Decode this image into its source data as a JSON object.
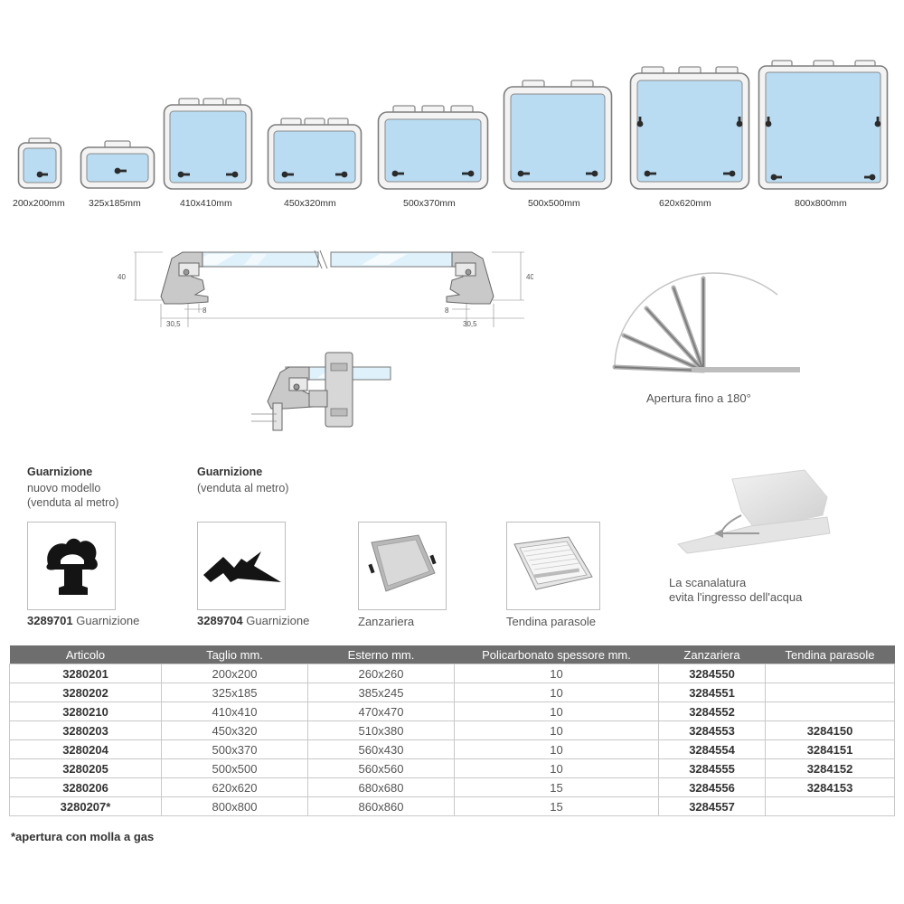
{
  "hatches": [
    {
      "size_label": "200x200mm"
    },
    {
      "size_label": "325x185mm"
    },
    {
      "size_label": "410x410mm"
    },
    {
      "size_label": "450x320mm"
    },
    {
      "size_label": "500x370mm"
    },
    {
      "size_label": "500x500mm"
    },
    {
      "size_label": "620x620mm"
    },
    {
      "size_label": "800x800mm"
    }
  ],
  "section": {
    "dim_height_left": "40",
    "dim_height_right": "40",
    "dim_gap_left": "8",
    "dim_gap_right": "8",
    "dim_width_left": "30,5",
    "dim_width_right": "30,5"
  },
  "opening": {
    "caption": "Apertura fino a 180°"
  },
  "groove": {
    "caption_line1": "La scanalatura",
    "caption_line2": "evita l'ingresso dell'acqua"
  },
  "gasket_new": {
    "title": "Guarnizione",
    "line1": "nuovo modello",
    "line2": "(venduta al metro)",
    "code": "3289701",
    "caption": "Guarnizione"
  },
  "gasket_old": {
    "title": "Guarnizione",
    "line1": "(venduta al metro)",
    "code": "3289704",
    "caption": "Guarnizione"
  },
  "mosquito": {
    "caption": "Zanzariera"
  },
  "sunshade": {
    "caption": "Tendina parasole"
  },
  "table": {
    "headers": [
      "Articolo",
      "Taglio mm.",
      "Esterno mm.",
      "Policarbonato spessore mm.",
      "Zanzariera",
      "Tendina parasole"
    ],
    "rows": [
      [
        "3280201",
        "200x200",
        "260x260",
        "10",
        "3284550",
        ""
      ],
      [
        "3280202",
        "325x185",
        "385x245",
        "10",
        "3284551",
        ""
      ],
      [
        "3280210",
        "410x410",
        "470x470",
        "10",
        "3284552",
        ""
      ],
      [
        "3280203",
        "450x320",
        "510x380",
        "10",
        "3284553",
        "3284150"
      ],
      [
        "3280204",
        "500x370",
        "560x430",
        "10",
        "3284554",
        "3284151"
      ],
      [
        "3280205",
        "500x500",
        "560x560",
        "10",
        "3284555",
        "3284152"
      ],
      [
        "3280206",
        "620x620",
        "680x680",
        "15",
        "3284556",
        "3284153"
      ],
      [
        "3280207*",
        "800x800",
        "860x860",
        "15",
        "3284557",
        ""
      ]
    ]
  },
  "footnote": "*apertura con molla a gas",
  "colors": {
    "glass": "#b9dcf3",
    "frame": "#f3f3f3",
    "table_header": "#6e6e6e",
    "latch": "#2b2b2b"
  }
}
